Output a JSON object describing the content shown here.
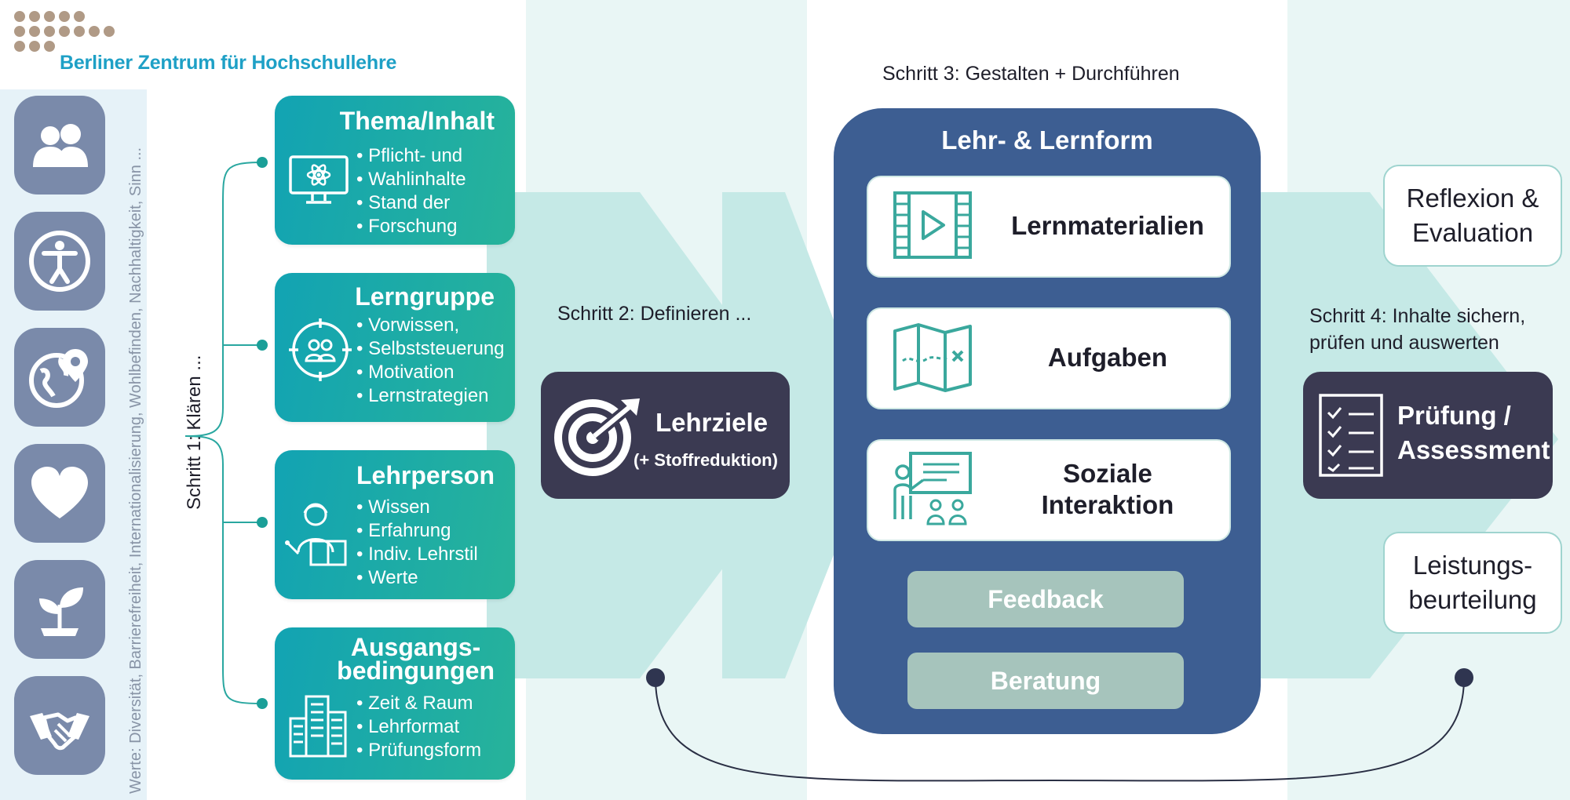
{
  "org": {
    "name": "Berliner Zentrum für Hochschullehre"
  },
  "values_note": "Werte: Diversität, Barrierefreiheit, Internationalisierung, Wohlbefinden, Nachhaltigkeit, Sinn ...",
  "left_icons": [
    "people-icon",
    "accessibility-icon",
    "globe-location-icon",
    "heart-icon",
    "plant-icon",
    "handshake-icon"
  ],
  "steps": {
    "step1": "Schritt 1: Klären ...",
    "step2": "Schritt 2: Definieren ...",
    "step3": "Schritt 3: Gestalten + Durchführen",
    "step4_line1": "Schritt 4: Inhalte sichern,",
    "step4_line2": "prüfen und auswerten"
  },
  "inputs": [
    {
      "title": "Thema/Inhalt",
      "icon": "monitor-atom-icon",
      "items": [
        "Pflicht- und",
        "Wahlinhalte",
        "Stand der",
        "Forschung"
      ]
    },
    {
      "title": "Lerngruppe",
      "icon": "target-group-icon",
      "items": [
        "Vorwissen,",
        "Selbststeuerung",
        "Motivation",
        "Lernstrategien"
      ]
    },
    {
      "title": "Lehrperson",
      "icon": "teacher-icon",
      "items": [
        "Wissen",
        "Erfahrung",
        "Indiv. Lehrstil",
        "Werte"
      ]
    },
    {
      "title_line1": "Ausgangs-",
      "title_line2": "bedingungen",
      "icon": "buildings-icon",
      "items": [
        "Zeit & Raum",
        "Lehrformat",
        "Prüfungsform"
      ]
    }
  ],
  "goal": {
    "title": "Lehrziele",
    "subtitle": "(+ Stoffreduktion)",
    "icon": "target-arrow-icon"
  },
  "center": {
    "title": "Lehr- & Lernform",
    "cards": [
      {
        "label": "Lernmaterialien",
        "icon": "film-play-icon"
      },
      {
        "label": "Aufgaben",
        "icon": "map-icon"
      },
      {
        "label_line1": "Soziale",
        "label_line2": "Interaktion",
        "icon": "presentation-icon"
      }
    ],
    "pills": [
      "Feedback",
      "Beratung"
    ]
  },
  "right": {
    "reflexion_line1": "Reflexion &",
    "reflexion_line2": "Evaluation",
    "assessment_line1": "Prüfung /",
    "assessment_line2": "Assessment",
    "grading_line1": "Leistungs-",
    "grading_line2": "beurteilung"
  },
  "colors": {
    "teal_start": "#12a3b3",
    "teal_end": "#27b39a",
    "navy": "#3d5e92",
    "dark": "#3b3a52",
    "icon_tile": "#7a8aaa",
    "pill": "#a6c4bc",
    "logo_text": "#1ea0c6",
    "logo_dots": "#b09a86"
  }
}
